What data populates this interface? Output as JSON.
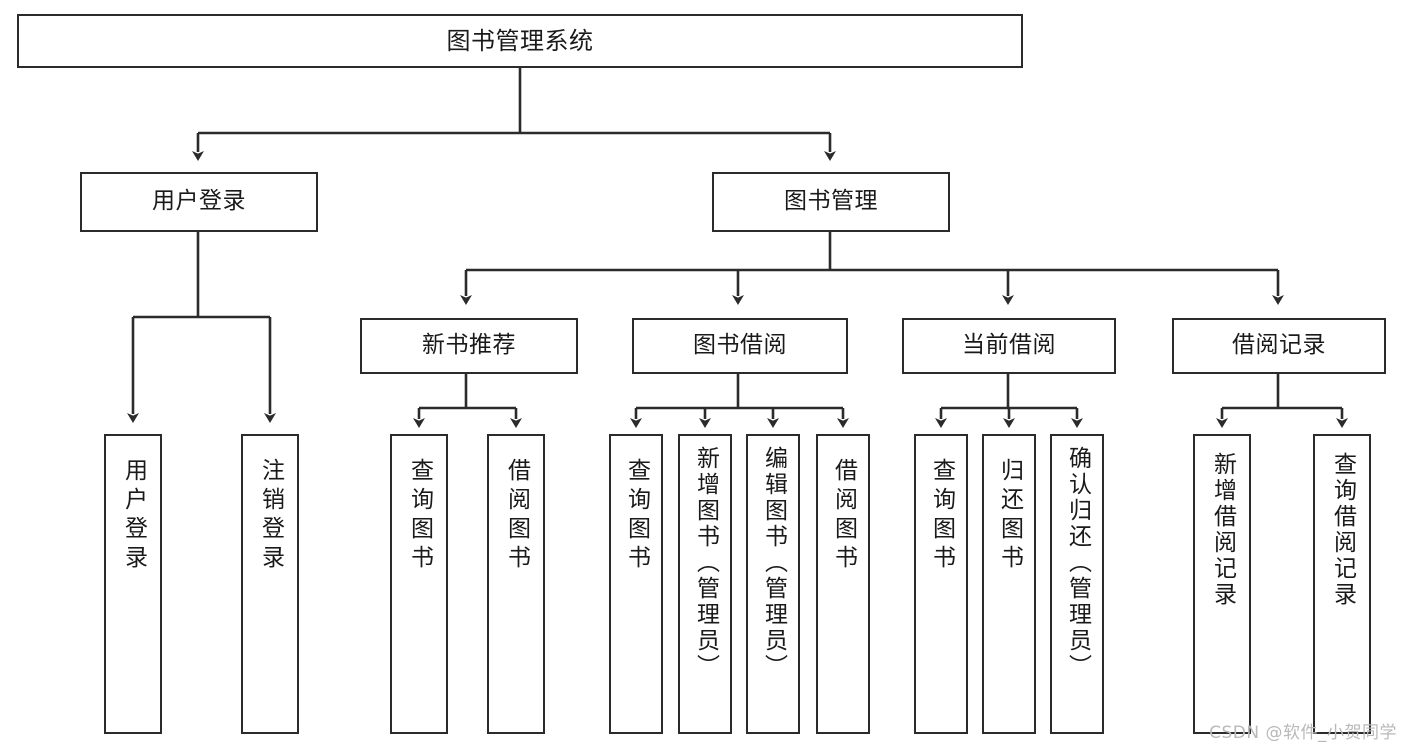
{
  "diagram": {
    "title": "图书管理系统",
    "type": "tree-hierarchy-chart",
    "orientation": "top-down",
    "colors": {
      "node_border": "#2b2b2b",
      "node_fill": "#ffffff",
      "edge": "#2b2b2b",
      "text": "#1a1a1a",
      "background": "#ffffff",
      "watermark": "#b9b9b9"
    }
  },
  "nodes": {
    "root": {
      "label": "图书管理系统"
    },
    "level2": [
      {
        "id": "user-login",
        "label": "用户登录"
      },
      {
        "id": "book-manage",
        "label": "图书管理"
      }
    ],
    "level3": [
      {
        "id": "new-book-recommend",
        "label": "新书推荐"
      },
      {
        "id": "book-borrow",
        "label": "图书借阅"
      },
      {
        "id": "current-borrow",
        "label": "当前借阅"
      },
      {
        "id": "borrow-record",
        "label": "借阅记录"
      }
    ],
    "leaves": {
      "user_login": [
        {
          "id": "leaf-user-login",
          "label": "用户登录"
        },
        {
          "id": "leaf-logout-login",
          "label": "注销登录"
        }
      ],
      "new_book_recommend": [
        {
          "id": "leaf-query-book-1",
          "label": "查询图书"
        },
        {
          "id": "leaf-borrow-book-1",
          "label": "借阅图书"
        }
      ],
      "book_borrow": [
        {
          "id": "leaf-query-book-2",
          "label": "查询图书"
        },
        {
          "id": "leaf-add-book",
          "label": "新增图书（管理员）"
        },
        {
          "id": "leaf-edit-book",
          "label": "编辑图书（管理员）"
        },
        {
          "id": "leaf-borrow-book-2",
          "label": "借阅图书"
        }
      ],
      "current_borrow": [
        {
          "id": "leaf-query-book-3",
          "label": "查询图书"
        },
        {
          "id": "leaf-return-book",
          "label": "归还图书"
        },
        {
          "id": "leaf-confirm-return",
          "label": "确认归还（管理员）"
        }
      ],
      "borrow_record": [
        {
          "id": "leaf-add-record",
          "label": "新增借阅记录"
        },
        {
          "id": "leaf-query-record",
          "label": "查询借阅记录"
        }
      ]
    }
  },
  "watermark": {
    "text": "CSDN @软件_小贺同学"
  }
}
